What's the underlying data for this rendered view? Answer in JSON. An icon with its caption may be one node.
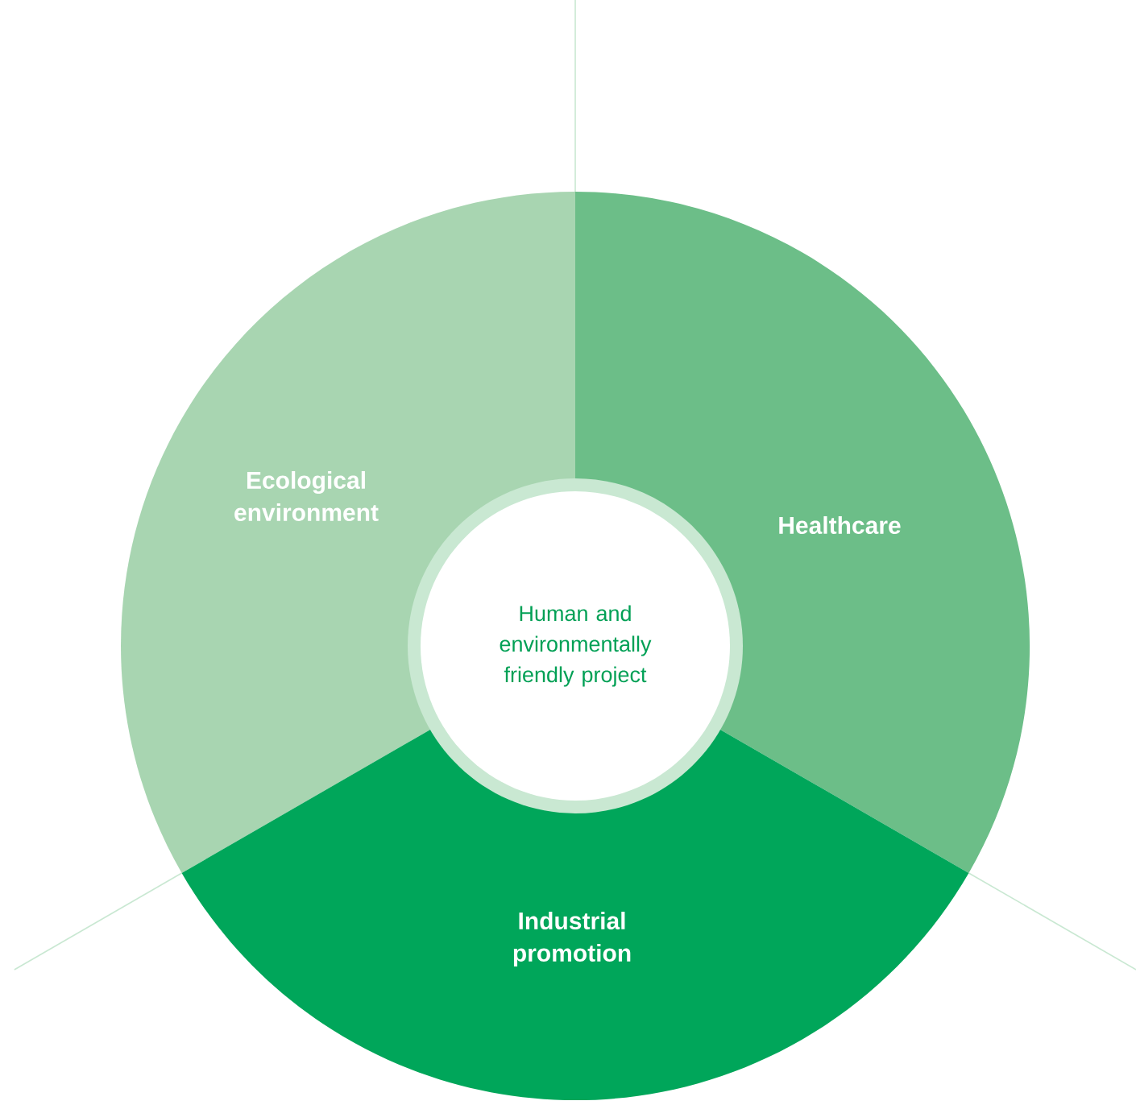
{
  "diagram": {
    "nodes": [
      {
        "text": [
          "Ecological environment"
        ]
      },
      {
        "text": [
          "Healthcare"
        ]
      },
      {
        "text": [
          "Industrial promotion"
        ]
      },
      {
        "text": [
          "Human and environmentally friendly project"
        ]
      }
    ]
  }
}
